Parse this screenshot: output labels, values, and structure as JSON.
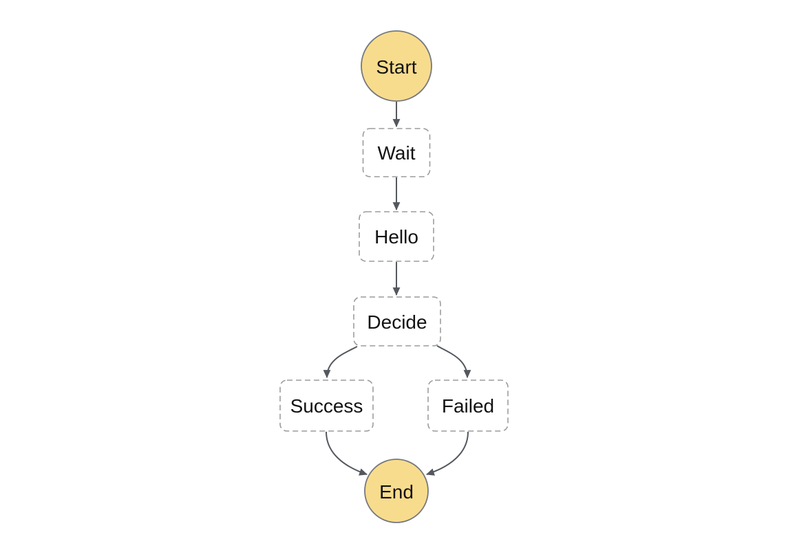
{
  "diagram": {
    "type": "state-machine-flowchart",
    "background": "#ffffff",
    "colors": {
      "node_fill": "#F8DC8D",
      "node_border": "#75787D",
      "box_border": "#9C9C9C",
      "box_fill": "#FFFFFF",
      "arrow": "#54585E",
      "text": "#121212"
    },
    "nodes": {
      "start": {
        "label": "Start",
        "shape": "circle"
      },
      "wait": {
        "label": "Wait",
        "shape": "dashed-box"
      },
      "hello": {
        "label": "Hello",
        "shape": "dashed-box"
      },
      "decide": {
        "label": "Decide",
        "shape": "dashed-box"
      },
      "success": {
        "label": "Success",
        "shape": "dashed-box"
      },
      "failed": {
        "label": "Failed",
        "shape": "dashed-box"
      },
      "end": {
        "label": "End",
        "shape": "circle"
      }
    },
    "edges": [
      {
        "from": "Start",
        "to": "Wait"
      },
      {
        "from": "Wait",
        "to": "Hello"
      },
      {
        "from": "Hello",
        "to": "Decide"
      },
      {
        "from": "Decide",
        "to": "Success"
      },
      {
        "from": "Decide",
        "to": "Failed"
      },
      {
        "from": "Success",
        "to": "End"
      },
      {
        "from": "Failed",
        "to": "End"
      }
    ]
  }
}
